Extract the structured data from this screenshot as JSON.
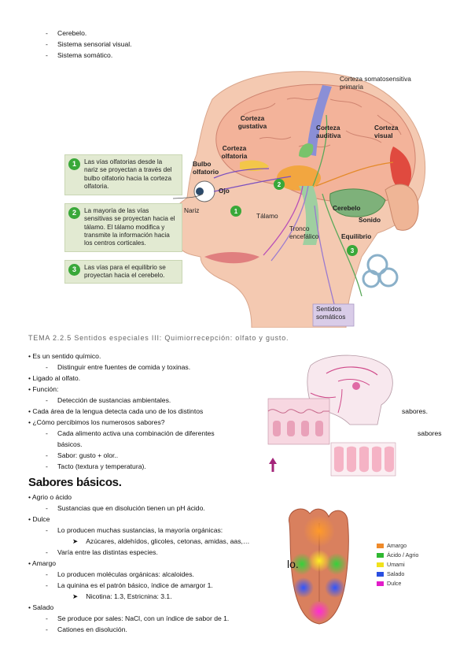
{
  "top_list": [
    "Cerebelo.",
    "Sistema sensorial visual.",
    "Sistema somático."
  ],
  "figure1": {
    "callouts": [
      {
        "num": "1",
        "text": "Las vías olfatorias desde la nariz se proyectan a través del bulbo olfatorio hacia la corteza olfatoria."
      },
      {
        "num": "2",
        "text": "La mayoría de las vías sensitivas se proyectan hacia el tálamo. El tálamo modifica y transmite la información hacia los centros corticales."
      },
      {
        "num": "3",
        "text": "Las vías para el equilibrio se proyectan hacia el cerebelo."
      }
    ],
    "labels": {
      "corteza_somato": "Corteza somatosensitiva primaria",
      "corteza_gustativa": "Corteza gustativa",
      "corteza_auditiva": "Corteza auditiva",
      "corteza_visual": "Corteza visual",
      "corteza_olfatoria": "Corteza olfatoria",
      "bulbo_olfatorio": "Bulbo olfatorio",
      "ojo": "Ojo",
      "nariz": "Nariz",
      "talamo": "Tálamo",
      "cerebelo": "Cerebelo",
      "sonido": "Sonido",
      "tronco": "Tronco encefálico",
      "equilibrio": "Equilibrio",
      "sentidos": "Sentidos somáticos"
    }
  },
  "tema_heading": "TEMA 2.2.5 Sentidos especiales III: Quimiorrecepción: olfato y gusto.",
  "section1": [
    {
      "kind": "bullet",
      "text": "• Es un sentido químico."
    },
    {
      "kind": "dash",
      "text": "Distinguir entre fuentes de comida y toxinas."
    },
    {
      "kind": "bullet",
      "text": "• Ligado al olfato."
    },
    {
      "kind": "bullet",
      "text": "• Función:"
    },
    {
      "kind": "dash",
      "text": "Detección de sustancias ambientales."
    },
    {
      "kind": "bullet",
      "text": "•  Cada área de la lengua detecta cada uno de los distintos"
    },
    {
      "kind": "bullet",
      "text": "• ¿Cómo percibimos los numerosos sabores?"
    },
    {
      "kind": "dash",
      "text": "Cada alimento activa una combinación de diferentes"
    },
    {
      "kind": "dash",
      "text": "básicos."
    },
    {
      "kind": "dash",
      "text": "Sabor: gusto + olor.."
    },
    {
      "kind": "dash",
      "text": "Tacto (textura y temperatura)."
    }
  ],
  "trail_words": {
    "sabores1": "sabores.",
    "sabores2": "sabores"
  },
  "sabores_title": "Sabores básicos.",
  "section2": [
    {
      "kind": "bullet",
      "text": "• Agrio o ácido"
    },
    {
      "kind": "dash",
      "text": "Sustancias que en disolución tienen un pH ácido."
    },
    {
      "kind": "bullet",
      "text": "• Dulce"
    },
    {
      "kind": "dash",
      "text": "Lo producen muchas sustancias, la mayoría orgánicas:"
    },
    {
      "kind": "arrow",
      "text": "Azúcares, aldehídos, glicoles, cetonas, amidas, aas,…"
    },
    {
      "kind": "dash",
      "text": "Varía entre las distintas especies."
    },
    {
      "kind": "bullet",
      "text": "• Amargo"
    },
    {
      "kind": "dash",
      "text": "Lo producen moléculas orgánicas: alcaloides."
    },
    {
      "kind": "dash",
      "text": "La quinina es el patrón básico, índice de amargor 1."
    },
    {
      "kind": "arrow",
      "text": "Nicotina: 1.3, Estricnina: 3.1."
    },
    {
      "kind": "bullet",
      "text": "• Salado"
    },
    {
      "kind": "dash",
      "text": "Se produce por sales: NaCl, con un índice de sabor de 1."
    },
    {
      "kind": "dash",
      "text": "Cationes en disolución."
    }
  ],
  "tongue_fig": {
    "fragment": "lo.",
    "legend": [
      {
        "label": "Amargo",
        "color": "#ef8a2a"
      },
      {
        "label": "Ácido / Agrio",
        "color": "#2fb832"
      },
      {
        "label": "Umami",
        "color": "#f1e21c"
      },
      {
        "label": "Salado",
        "color": "#2a4fe0"
      },
      {
        "label": "Dulce",
        "color": "#e21cc9"
      }
    ]
  }
}
